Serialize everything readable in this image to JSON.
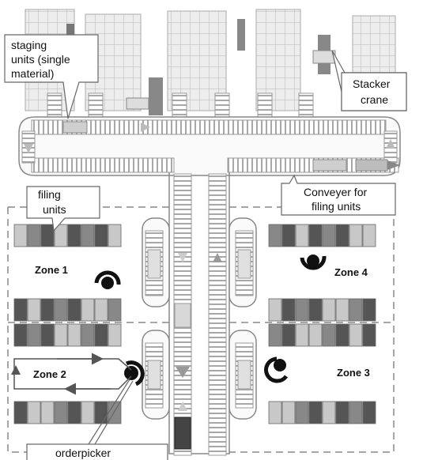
{
  "diagram": {
    "labels": {
      "staging_units": [
        "staging",
        "units (single",
        "material)"
      ],
      "stacker_crane": [
        "Stacker",
        "crane"
      ],
      "filing_units": [
        "filing",
        "units"
      ],
      "conveyer": [
        "Conveyer for",
        "filing units"
      ],
      "orderpicker": "orderpicker"
    },
    "zones": [
      "Zone 1",
      "Zone 4",
      "Zone 2",
      "Zone 3"
    ],
    "colors": {
      "rack": "#e9e9e9",
      "rack_line": "#9a9a9a",
      "conveyor": "#d9d9d9",
      "box_dark": "#555555",
      "box_mid": "#888888",
      "box_light": "#c8c8c8",
      "arrow": "#555555",
      "picker": "#111111"
    }
  }
}
